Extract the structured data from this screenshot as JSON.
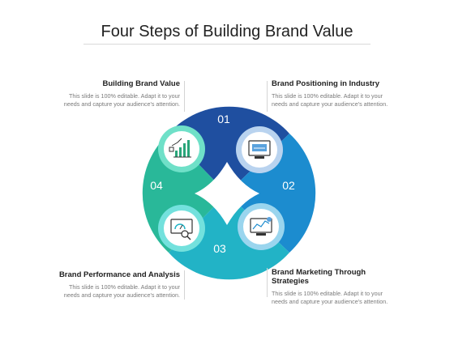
{
  "title": "Four Steps of Building Brand Value",
  "steps": [
    {
      "number": "01",
      "heading": "Building Brand Value",
      "text": "This slide is 100% editable. Adapt it to your needs and capture your audience's attention.",
      "color": "#1f4fa0"
    },
    {
      "number": "02",
      "heading": "Brand Positioning in Industry",
      "text": "This slide is 100% editable. Adapt it to your needs and capture your audience's attention.",
      "color": "#1c8ccf"
    },
    {
      "number": "03",
      "heading": "Brand Marketing Through Strategies",
      "text": "This slide is 100% editable. Adapt it to your needs and capture your audience's attention.",
      "color": "#22b3c6"
    },
    {
      "number": "04",
      "heading": "Brand Performance and Analysis",
      "text": "This slide is 100% editable. Adapt it to your needs and capture your audience's attention.",
      "color": "#29b899"
    }
  ],
  "icons": {
    "top_left": "growth-chart-icon",
    "top_right": "monitor-dashboard-icon",
    "bottom_right": "computer-analytics-icon",
    "bottom_left": "speedometer-magnifier-icon"
  }
}
